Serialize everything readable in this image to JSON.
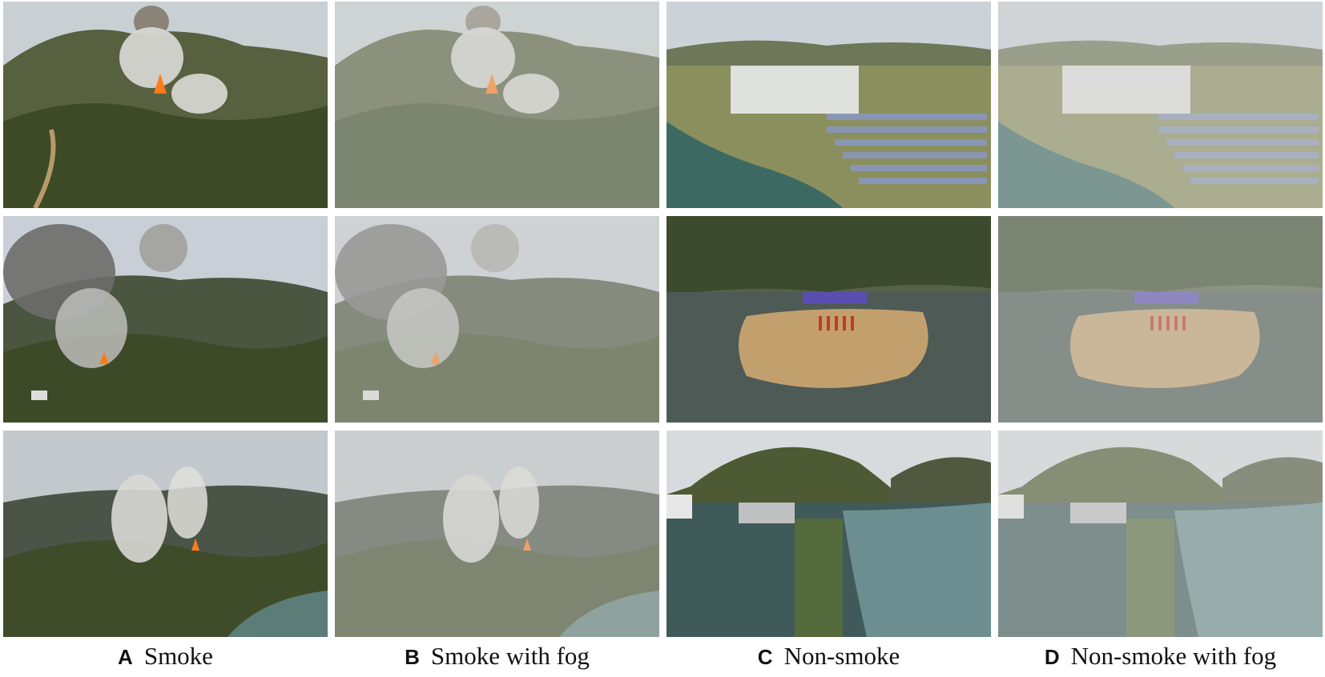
{
  "columns": [
    {
      "letter": "A",
      "label": "Smoke"
    },
    {
      "letter": "B",
      "label": "Smoke with fog"
    },
    {
      "letter": "C",
      "label": "Non-smoke"
    },
    {
      "letter": "D",
      "label": "Non-smoke with fog"
    }
  ],
  "colors": {
    "sky": "#cfd6dc",
    "forest": "#3b4a2a",
    "smoke": "#d9d9d6",
    "fire": "#ff7a1a",
    "water": "#3c6a62",
    "fog_overlay": "#d7d7d4"
  }
}
